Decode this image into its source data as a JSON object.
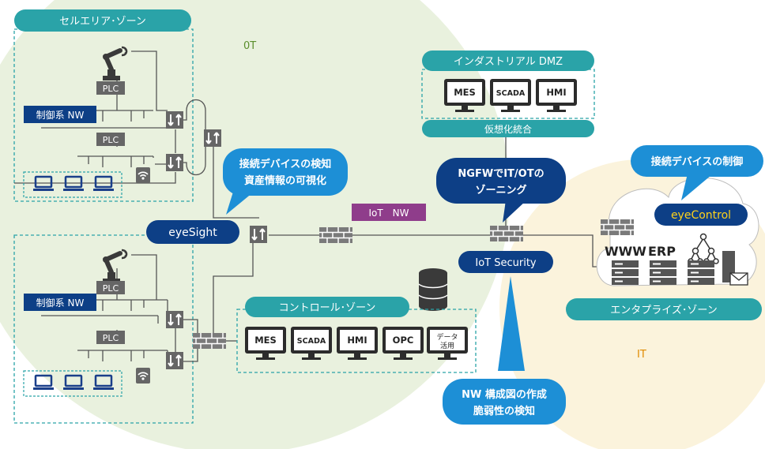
{
  "zones": {
    "cell": "セルエリア･ゾーン",
    "ot": "0T",
    "dmz": "インダストリアル DMZ",
    "virtual": "仮想化統合",
    "control": "コントロール･ゾーン",
    "enterprise": "エンタプライズ･ゾーン",
    "it": "IT",
    "iot_nw": "IoT　NW"
  },
  "labels": {
    "plc": "PLC",
    "control_nw": "制御系 NW",
    "www": "WWW",
    "erp": "ERP"
  },
  "products": {
    "eyesight": "eyeSight",
    "eyecontrol": "eyeControl",
    "iot_security": "IoT Security"
  },
  "callouts": {
    "detect_line1": "接続デバイスの検知",
    "detect_line2": "資産情報の可視化",
    "ngfw_line1": "NGFWでIT/OTの",
    "ngfw_line2": "ゾーニング",
    "control_device": "接続デバイスの制御",
    "nw_line1": "NW 構成図の作成",
    "nw_line2": "脆弱性の検知"
  },
  "dmz_systems": [
    "MES",
    "SCADA",
    "HMI"
  ],
  "control_systems": [
    "MES",
    "SCADA",
    "HMI",
    "OPC"
  ],
  "data_use": {
    "line1": "データ",
    "line2": "活用"
  },
  "colors": {
    "teal": "#2aa3a8",
    "navy": "#0d3f86",
    "blue": "#1d8fd6",
    "purple": "#8f3d8b",
    "ot_green": "#e9f1de",
    "it_cream": "#fbf3dc",
    "gray": "#7a7a7a"
  }
}
